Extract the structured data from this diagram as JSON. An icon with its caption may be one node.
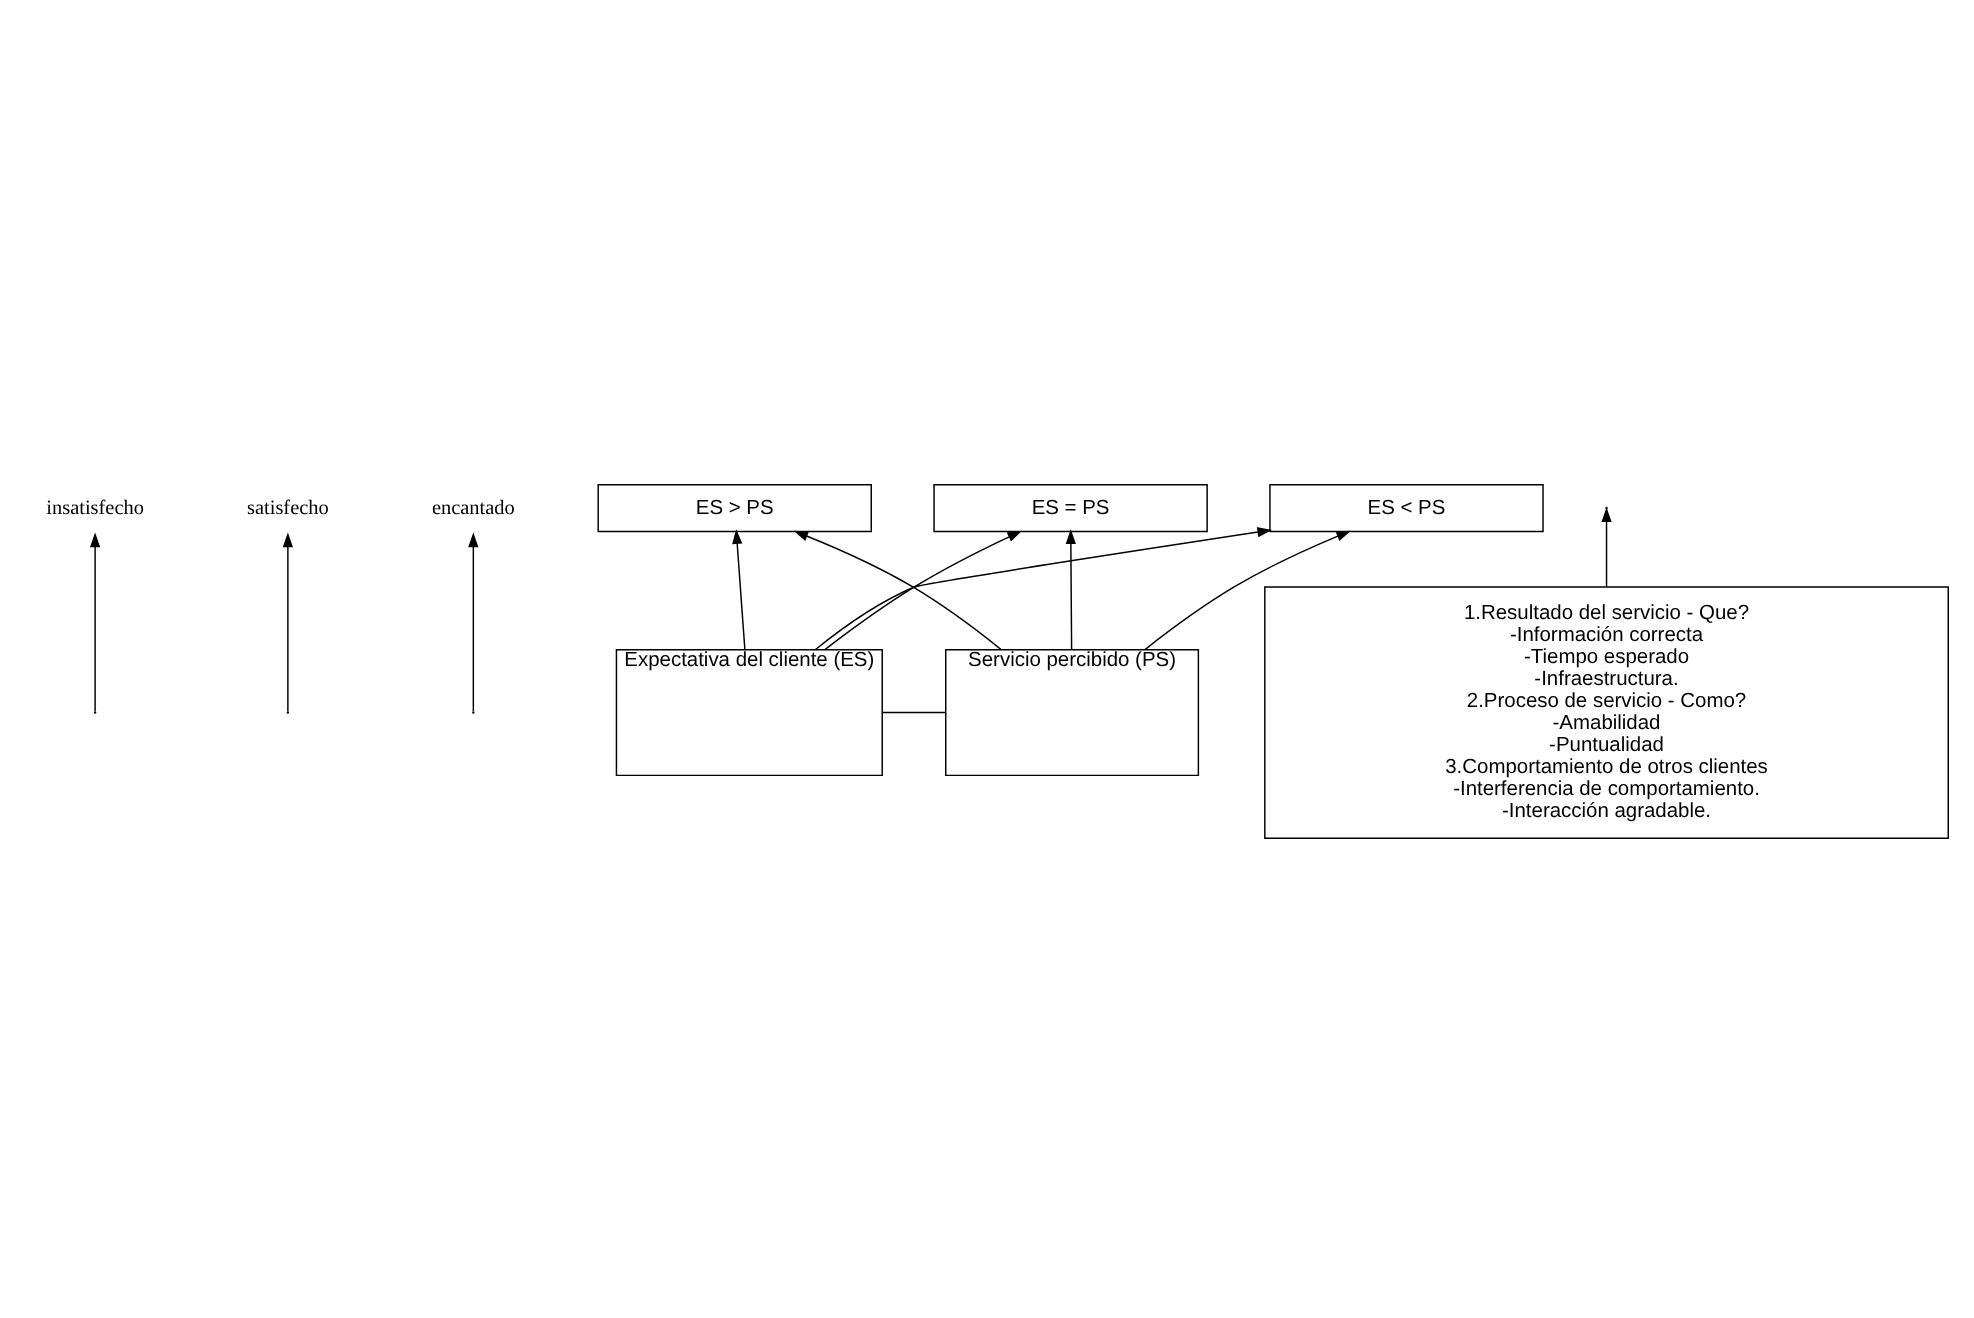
{
  "diagram": {
    "nodes": [
      {
        "text": [
          "insatisfecho"
        ]
      },
      {
        "text": [
          "satisfecho"
        ]
      },
      {
        "text": [
          "encantado"
        ]
      },
      {
        "text": [
          "ES > PS"
        ]
      },
      {
        "text": [
          "ES = PS"
        ]
      },
      {
        "text": [
          "ES < PS"
        ]
      },
      {
        "text": [
          "Expectativa del cliente (ES)"
        ]
      },
      {
        "text": [
          "Servicio percibido (PS)"
        ]
      },
      {
        "text": [
          "1.Resultado del servicio - Que?",
          "-Información correcta",
          "-Tiempo esperado",
          "-Infraestructura.",
          "2.Proceso de servicio - Como?",
          "-Amabilidad",
          "-Puntualidad",
          "3.Comportamiento de otros clientes",
          "-Interferencia de comportamiento.",
          "-Interacción agradable."
        ]
      }
    ],
    "edges": [
      {
        "from": null,
        "to": 0,
        "arrow": "to"
      },
      {
        "from": null,
        "to": 1,
        "arrow": "to"
      },
      {
        "from": null,
        "to": 2,
        "arrow": "to"
      },
      {
        "from": 6,
        "to": 7,
        "arrow": "none"
      },
      {
        "from": 6,
        "to": 3,
        "arrow": "to"
      },
      {
        "from": 6,
        "to": 4,
        "arrow": "to"
      },
      {
        "from": 6,
        "to": 5,
        "arrow": "to"
      },
      {
        "from": 7,
        "to": 3,
        "arrow": "to"
      },
      {
        "from": 7,
        "to": 4,
        "arrow": "to"
      },
      {
        "from": 7,
        "to": 5,
        "arrow": "to"
      },
      {
        "from": 8,
        "to": null,
        "arrow": "to"
      }
    ]
  }
}
